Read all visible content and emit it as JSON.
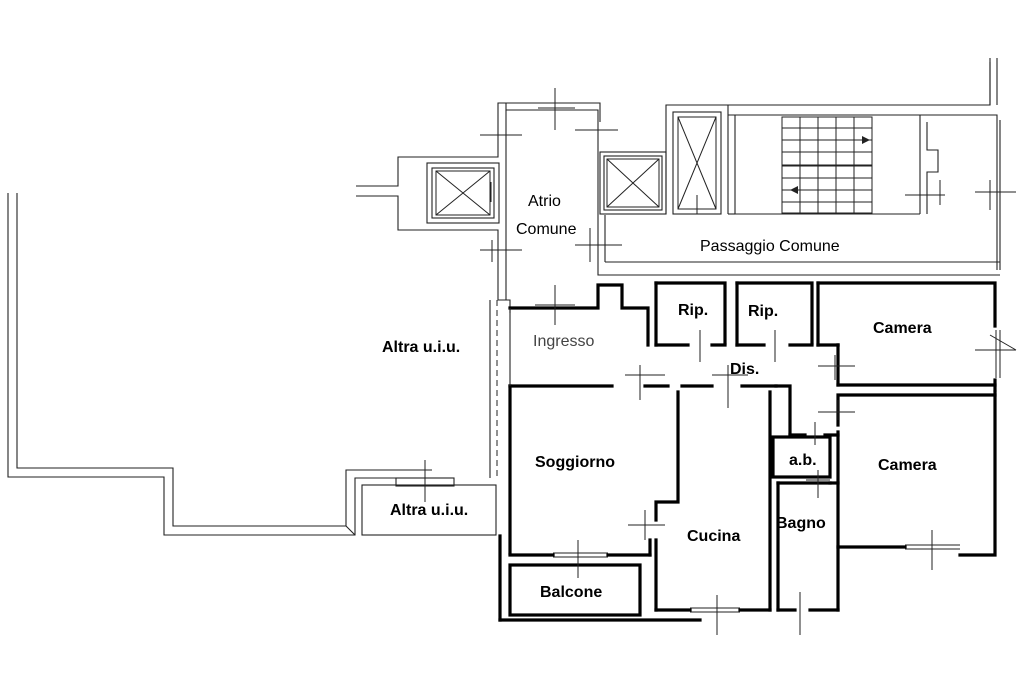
{
  "labels": {
    "atrio_line1": "Atrio",
    "atrio_line2": "Comune",
    "passaggio": "Passaggio Comune",
    "altra_uiu_main": "Altra u.i.u.",
    "altra_uiu_small": "Altra u.i.u.",
    "rip1": "Rip.",
    "rip2": "Rip.",
    "camera_top": "Camera",
    "ingresso": "Ingresso",
    "dis": "Dis.",
    "soggiorno": "Soggiorno",
    "ab": "a.b.",
    "camera_right": "Camera",
    "cucina": "Cucina",
    "bagno": "Bagno",
    "balcone": "Balcone"
  }
}
